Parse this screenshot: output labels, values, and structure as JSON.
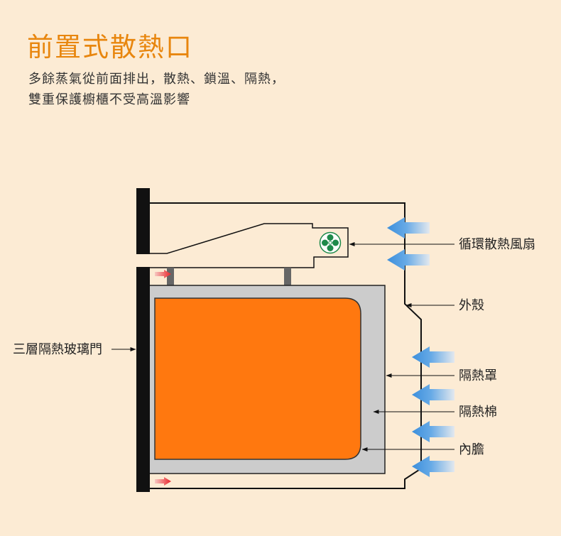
{
  "title": "前置式散熱口",
  "subtitle": [
    "多餘蒸氣從前面排出，散熱、鎖溫、隔熱，",
    "雙重保護櫥櫃不受高溫影響"
  ],
  "labels": {
    "fan": "循環散熱風扇",
    "shell": "外殼",
    "heat_shield": "隔熱罩",
    "insulation": "隔熱棉",
    "inner_cavity": "內膽",
    "glass_door": "三層隔熱玻璃門"
  },
  "colors": {
    "background": "#FCEBD4",
    "title": "#E8860E",
    "inner_cavity": "#FF780F",
    "insulation": "#CCCCCC",
    "airflow_in": "#3C8FDC",
    "airflow_out": "#E8232A",
    "fan": "#1E8A4A"
  }
}
